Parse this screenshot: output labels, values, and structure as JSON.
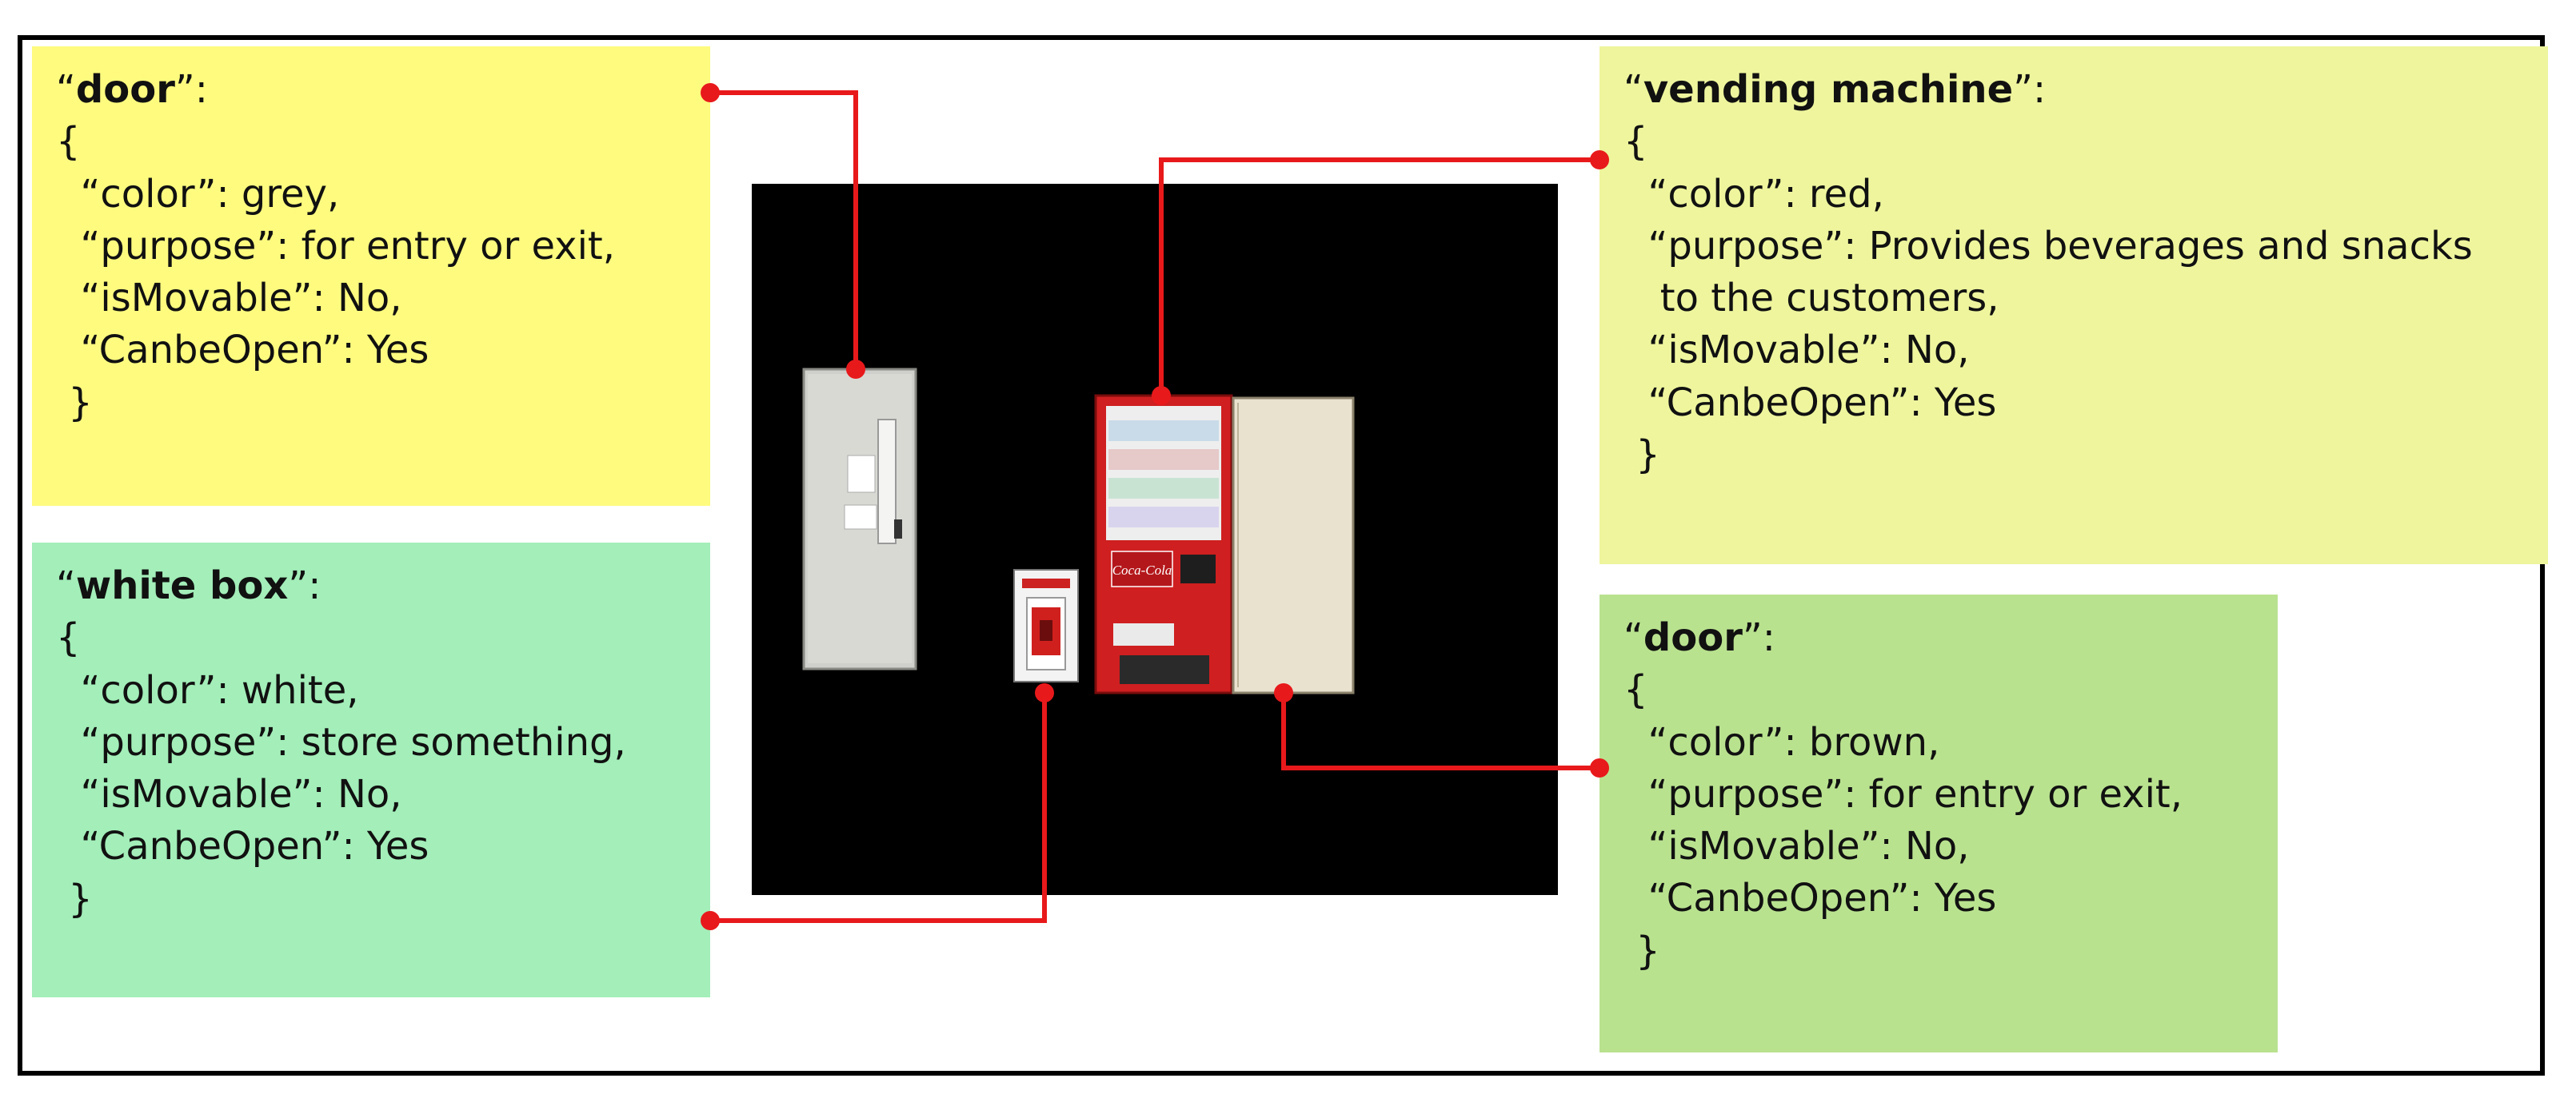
{
  "boxes": {
    "door_grey": {
      "key": "door",
      "lines": [
        "{",
        "  “color”: grey,",
        "  “purpose”: for entry or exit,",
        "  “isMovable”: No,",
        "  “CanbeOpen”: Yes",
        " }"
      ]
    },
    "white_box": {
      "key": "white box",
      "lines": [
        "{",
        "  “color”: white,",
        "  “purpose”: store something,",
        "  “isMovable”: No,",
        "  “CanbeOpen”: Yes",
        " }"
      ]
    },
    "vending_machine": {
      "key": "vending machine",
      "lines": [
        "{",
        "  “color”: red,",
        "  “purpose”: Provides beverages and snacks",
        "   to the customers,",
        "  “isMovable”: No,",
        "  “CanbeOpen”: Yes",
        " }"
      ]
    },
    "door_brown": {
      "key": "door",
      "lines": [
        "{",
        "  “color”: brown,",
        "  “purpose”: for entry or exit,",
        "  “isMovable”: No,",
        "  “CanbeOpen”: Yes",
        " }"
      ]
    }
  },
  "image": {
    "vending_logo_text": "Coca-Cola"
  },
  "colors": {
    "connector": "#e8191b",
    "door_grey_bg": "#fffb7f",
    "white_box_bg": "#a3eeb9",
    "vending_bg": "#eef59d",
    "door_brown_bg": "#b9e28f"
  }
}
